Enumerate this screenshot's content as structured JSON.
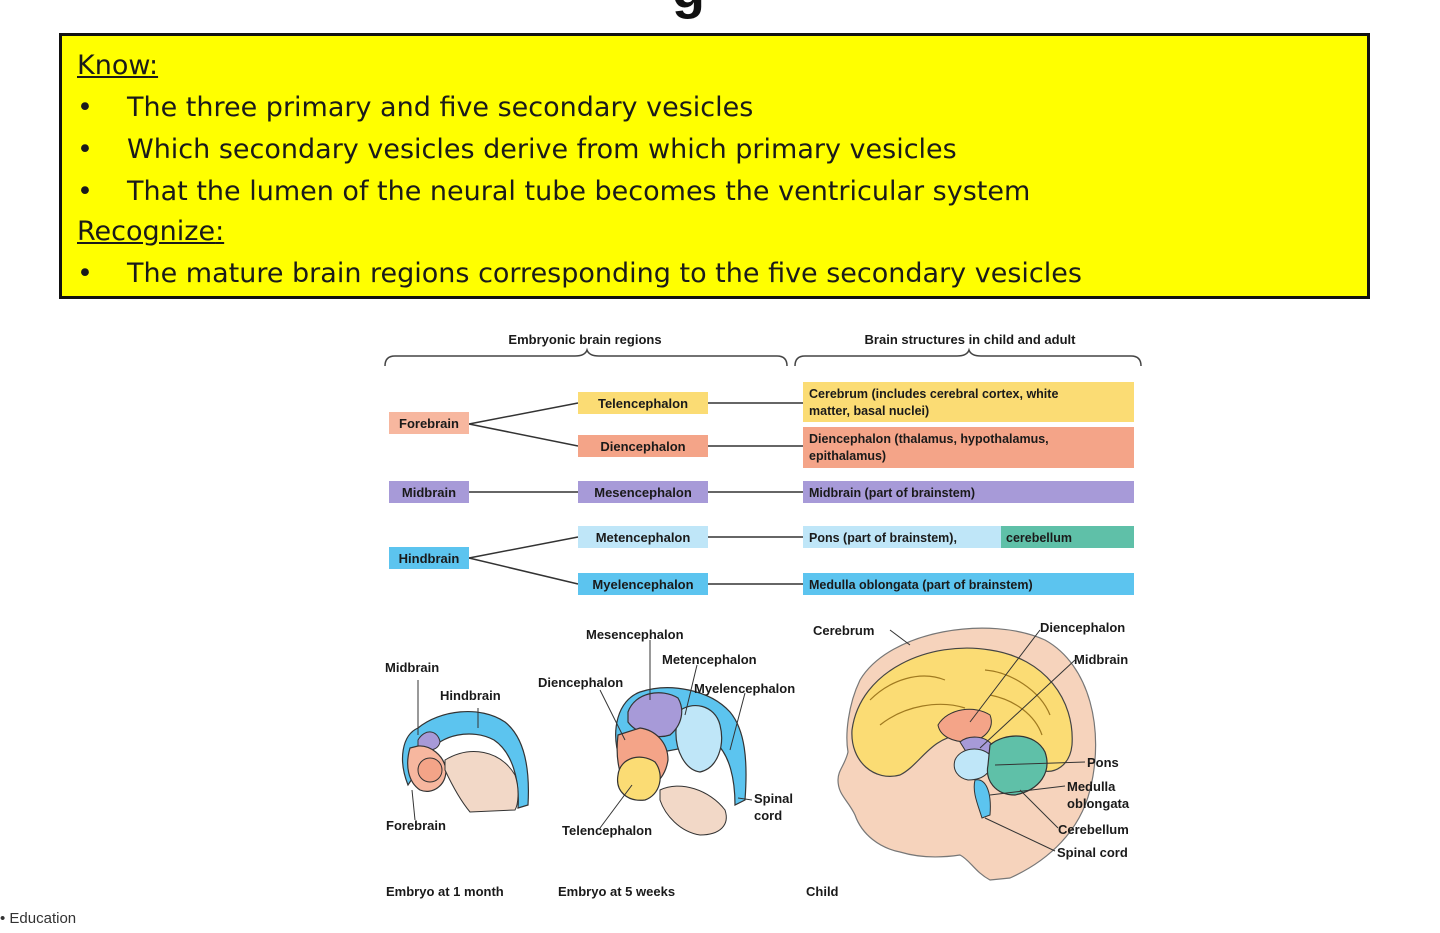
{
  "title_fragment": "g",
  "know_box": {
    "know_heading": "Know",
    "know_items": [
      "The three primary and five secondary vesicles",
      "Which secondary vesicles derive from which primary vesicles",
      "That the lumen of the neural tube becomes the ventricular system"
    ],
    "recognize_heading": "Recognize",
    "recognize_items": [
      "The mature brain regions corresponding to the five secondary vesicles"
    ],
    "background_color": "#ffff00"
  },
  "table": {
    "header_left": "Embryonic brain regions",
    "header_right": "Brain structures in child and adult",
    "primary": {
      "forebrain": "Forebrain",
      "midbrain": "Midbrain",
      "hindbrain": "Hindbrain"
    },
    "secondary": {
      "telencephalon": "Telencephalon",
      "diencephalon": "Diencephalon",
      "mesencephalon": "Mesencephalon",
      "metencephalon": "Metencephalon",
      "myelencephalon": "Myelencephalon"
    },
    "adult": {
      "cerebrum_line1": "Cerebrum (includes cerebral cortex, white",
      "cerebrum_line2": "matter, basal nuclei)",
      "diencephalon_line1": "Diencephalon (thalamus, hypothalamus,",
      "diencephalon_line2": "epithalamus)",
      "midbrain": "Midbrain (part of brainstem)",
      "pons": "Pons (part of brainstem),",
      "cerebellum": "cerebellum",
      "medulla": "Medulla oblongata (part of brainstem)"
    },
    "colors": {
      "forebrain": "#f7b79f",
      "telencephalon": "#fbdc74",
      "diencephalon": "#f4a488",
      "midbrain": "#a79ad8",
      "metencephalon": "#bfe6f8",
      "myelencephalon": "#5cc4ef",
      "cerebellum": "#5fc0a8"
    }
  },
  "illustrations": {
    "embryo1": {
      "midbrain": "Midbrain",
      "hindbrain": "Hindbrain",
      "forebrain": "Forebrain",
      "caption": "Embryo at 1 month"
    },
    "embryo2": {
      "mesencephalon": "Mesencephalon",
      "metencephalon": "Metencephalon",
      "diencephalon": "Diencephalon",
      "myelencephalon": "Myelencephalon",
      "spinal_cord_1": "Spinal",
      "spinal_cord_2": "cord",
      "telencephalon": "Telencephalon",
      "caption": "Embryo at 5 weeks"
    },
    "child": {
      "cerebrum": "Cerebrum",
      "diencephalon": "Diencephalon",
      "midbrain": "Midbrain",
      "pons": "Pons",
      "medulla_1": "Medulla",
      "medulla_2": "oblongata",
      "cerebellum": "Cerebellum",
      "spinal_cord": "Spinal cord",
      "caption": "Child"
    }
  },
  "credit": "Education"
}
